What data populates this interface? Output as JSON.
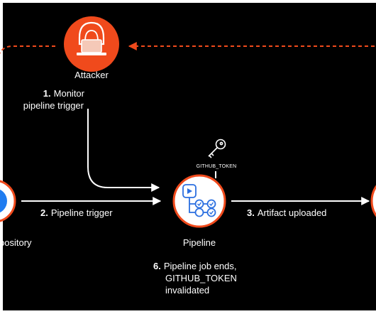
{
  "colors": {
    "background": "#000000",
    "card_edge": "#ffffff",
    "accent_orange": "#f04a1c",
    "node_fill": "#ffffff",
    "repo_blue": "#1f7cf0",
    "pipeline_blue": "#2b6fe0",
    "line": "#ffffff"
  },
  "icons": {
    "attacker": "hooded-attacker-laptop-icon",
    "key": "key-icon",
    "pipeline": "pipeline-flow-icon",
    "repository": "repository-icon"
  },
  "nodes": {
    "attacker_label": "Attacker",
    "repository_label": "pository",
    "pipeline_label": "Pipeline",
    "token_label": "GITHUB_TOKEN"
  },
  "steps": {
    "s1_num": "1.",
    "s1_line1": "Monitor",
    "s1_line2": "pipeline trigger",
    "s2_num": "2.",
    "s2_text": "Pipeline trigger",
    "s3_num": "3.",
    "s3_text": "Artifact uploaded",
    "s6_num": "6.",
    "s6_line1": "Pipeline job ends,",
    "s6_line2": "GITHUB_TOKEN",
    "s6_line3": "invalidated"
  }
}
